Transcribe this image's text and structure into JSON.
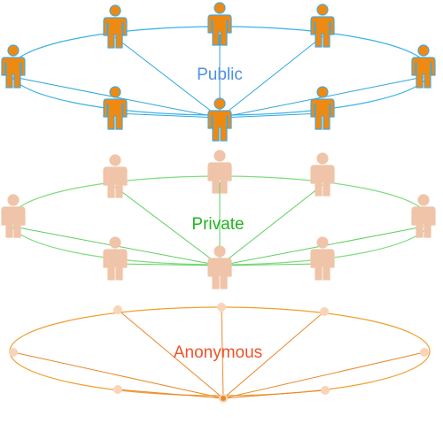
{
  "layers": [
    {
      "name": "Public",
      "label_color": "#4f8fe6",
      "ring_color": "#3ab3e6",
      "edge_color": "#2fa6dc",
      "node_style": "person",
      "fill": "#ee8a12",
      "outline": "#4aa8d8"
    },
    {
      "name": "Private",
      "label_color": "#22b322",
      "ring_color": "#7fdd7f",
      "edge_color": "#5fcf5f",
      "node_style": "person",
      "fill": "#efc4a8",
      "outline": "#efc4a8"
    },
    {
      "name": "Anonymous",
      "label_color": "#f0522a",
      "ring_color": "#f0a030",
      "edge_color": "#e9882a",
      "node_style": "dot",
      "fill": "#f9d4b8",
      "outline": "#f9d4b8"
    }
  ]
}
